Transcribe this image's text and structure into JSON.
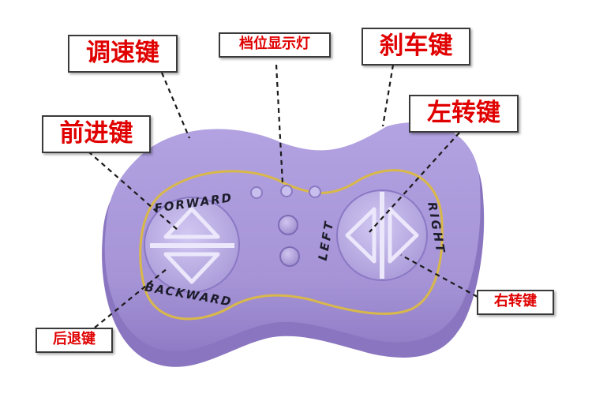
{
  "callouts": {
    "speed_key": "调速键",
    "gear_indicator": "档位显示灯",
    "brake_key": "刹车键",
    "forward_key": "前进键",
    "left_turn_key": "左转键",
    "right_turn_key": "右转键",
    "reverse_key": "后退键"
  },
  "remote_labels": {
    "forward": "FORWARD",
    "backward": "BACKWARD",
    "left": "LEFT",
    "right": "RIGHT"
  },
  "colors": {
    "body": "#a896d8",
    "body_shadow": "#8c78c2",
    "trim": "#d9b84a",
    "button": "#c2b6ea",
    "callout_text": "#e00000",
    "leader": "#1a1a1a"
  },
  "icons": {
    "up_arrow": "triangle-up-icon",
    "down_arrow": "triangle-down-icon",
    "left_arrow": "triangle-left-icon",
    "right_arrow": "triangle-right-icon"
  }
}
